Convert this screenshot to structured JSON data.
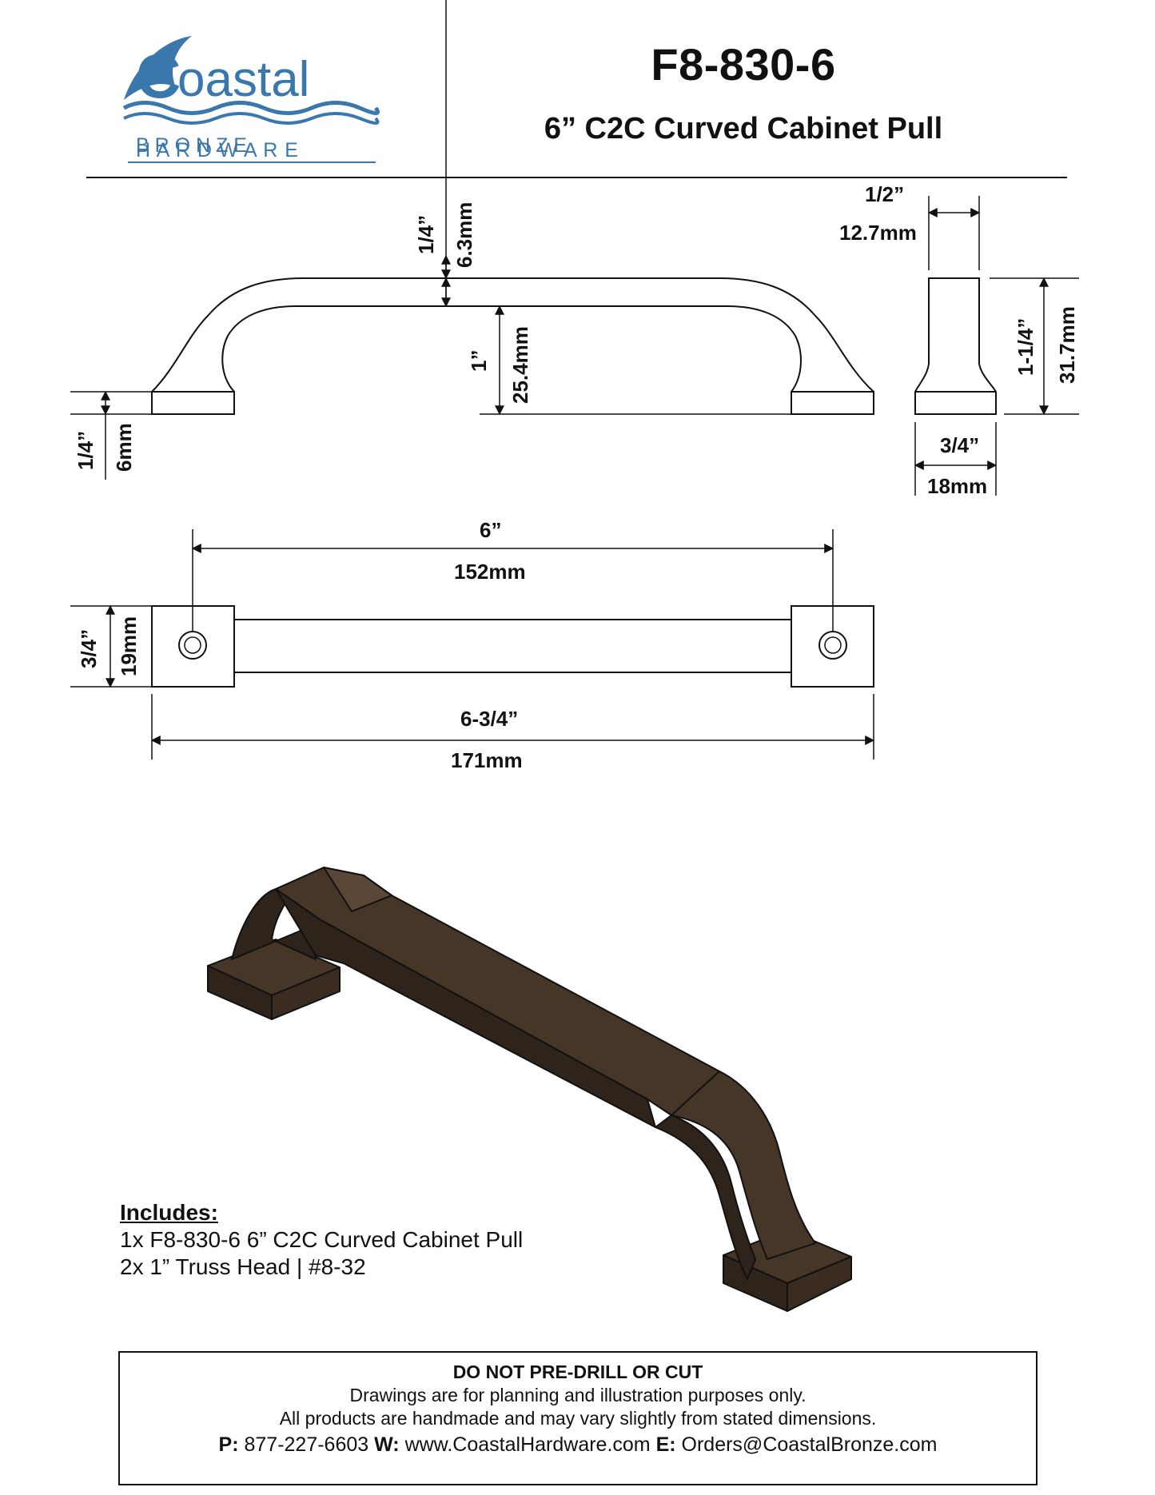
{
  "brand": {
    "name_line1": "oastal",
    "name_initial": "C",
    "name_line2": "B R O N Z E",
    "name_line3": "H A R D W A R E",
    "color": "#3a77ad"
  },
  "header": {
    "product_code": "F8-830-6",
    "product_title": "6” C2C Curved Cabinet Pull"
  },
  "dimensions": {
    "top_thickness_in": "1/4”",
    "top_thickness_mm": "6.3mm",
    "clearance_in": "1”",
    "clearance_mm": "25.4mm",
    "base_height_in": "1/4”",
    "base_height_mm": "6mm",
    "side_top_width_in": "1/2”",
    "side_top_width_mm": "12.7mm",
    "side_height_in": "1-1/4”",
    "side_height_mm": "31.7mm",
    "side_base_width_in": "3/4”",
    "side_base_width_mm": "18mm",
    "c2c_in": "6”",
    "c2c_mm": "152mm",
    "width_in": "3/4”",
    "width_mm": "19mm",
    "overall_in": "6-3/4”",
    "overall_mm": "171mm"
  },
  "includes": {
    "heading": "Includes:",
    "items": [
      "1x  F8-830-6  6” C2C Curved Cabinet Pull",
      "2x  1” Truss Head | #8-32"
    ]
  },
  "notice": {
    "title": "DO NOT PRE-DRILL OR CUT",
    "line1": "Drawings are for planning and illustration purposes only.",
    "line2": "All products are handmade and may vary slightly from stated dimensions.",
    "phone_label": "P:",
    "phone": "877-227-6603",
    "web_label": "W:",
    "web": "www.CoastalHardware.com",
    "email_label": "E:",
    "email": "Orders@CoastalBronze.com"
  },
  "colors": {
    "bronze_dark": "#2e241c",
    "bronze_mid": "#463628",
    "bronze_light": "#5b4737"
  }
}
